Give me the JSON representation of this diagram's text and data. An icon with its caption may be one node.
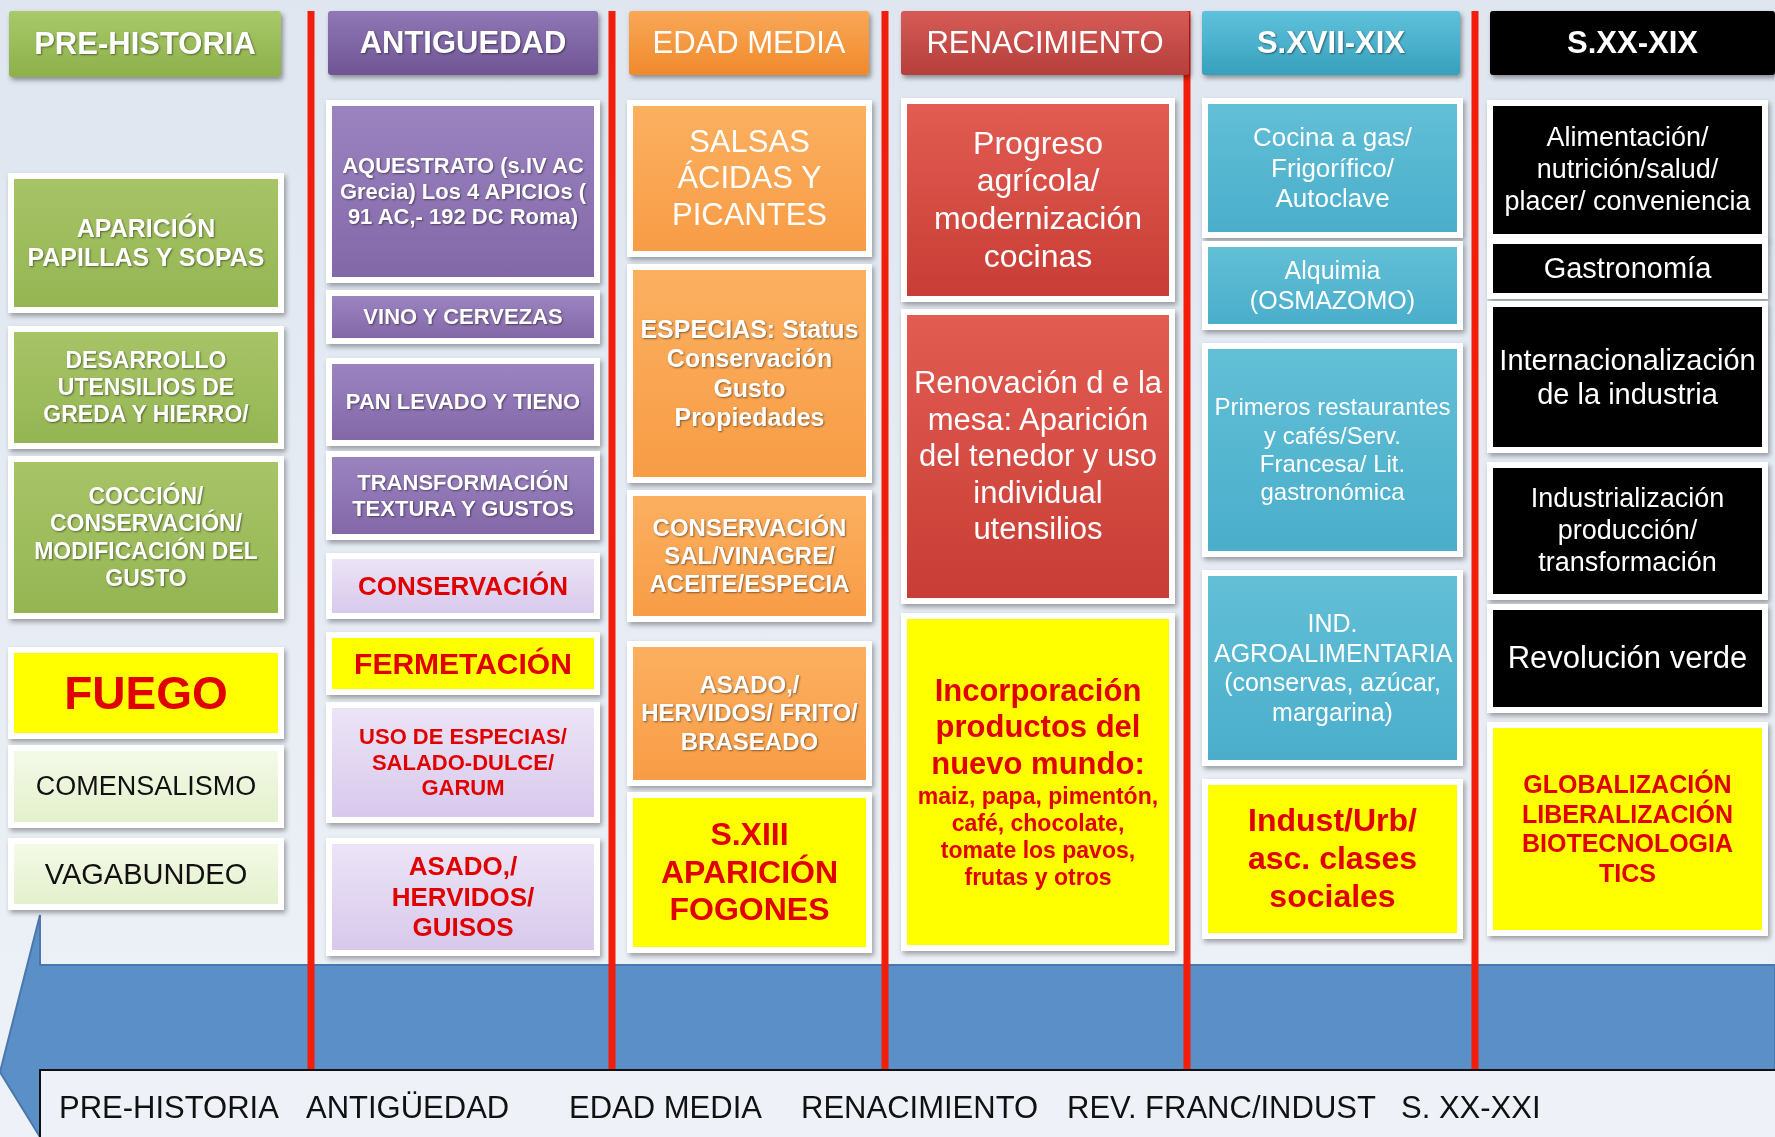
{
  "diagram": {
    "nodes": [
      {
        "text": [
          "PRE-HISTORIA"
        ]
      },
      {
        "text": [
          "APARICIÓN PAPILLAS Y SOPAS"
        ]
      },
      {
        "text": [
          "DESARROLLO UTENSILIOS DE GREDA Y HIERRO/"
        ]
      },
      {
        "text": [
          "COCCIÓN/ CONSERVACIÓN/ MODIFICACIÓN DEL GUSTO"
        ]
      },
      {
        "text": [
          "FUEGO"
        ]
      },
      {
        "text": [
          "COMENSALISMO"
        ]
      },
      {
        "text": [
          "VAGABUNDEO"
        ]
      },
      {
        "text": [
          "ANTIGUEDAD"
        ]
      },
      {
        "text": [
          "AQUESTRATO (s.IV AC Grecia) Los 4 APICIOs ( 91 AC,- 192 DC Roma)"
        ]
      },
      {
        "text": [
          "VINO Y CERVEZAS"
        ]
      },
      {
        "text": [
          "PAN LEVADO Y TIENO"
        ]
      },
      {
        "text": [
          "TRANSFORMACIÓN TEXTURA Y GUSTOS"
        ]
      },
      {
        "text": [
          "CONSERVACIÓN"
        ]
      },
      {
        "text": [
          "FERMETACIÓN"
        ]
      },
      {
        "text": [
          "USO DE ESPECIAS/ SALADO-DULCE/ GARUM"
        ]
      },
      {
        "text": [
          "ASADO,/ HERVIDOS/ GUISOS"
        ]
      },
      {
        "text": [
          "EDAD MEDIA"
        ]
      },
      {
        "text": [
          "SALSAS ÁCIDAS Y PICANTES"
        ]
      },
      {
        "text": [
          "ESPECIAS: Status Conservación Gusto Propiedades"
        ]
      },
      {
        "text": [
          "CONSERVACIÓN SAL/VINAGRE/ ACEITE/ESPECIA"
        ]
      },
      {
        "text": [
          "ASADO,/ HERVIDOS/ FRITO/ BRASEADO"
        ]
      },
      {
        "text": [
          "S.XIII APARICIÓN FOGONES"
        ]
      },
      {
        "text": [
          "RENACIMIENTO"
        ]
      },
      {
        "text": [
          "Progreso agrícola/ modernización cocinas"
        ]
      },
      {
        "text": [
          "Renovación d e la mesa: Aparición del tenedor y uso individual utensilios"
        ]
      },
      {
        "text": [
          "Incorporación productos del nuevo mundo:",
          "maiz, papa, pimentón, café, chocolate, tomate los pavos, frutas y otros"
        ]
      },
      {
        "text": [
          "S.XVII-XIX"
        ]
      },
      {
        "text": [
          "Cocina a gas/ Frigorífico/ Autoclave"
        ]
      },
      {
        "text": [
          "Alquimia (OSMAZOMO)"
        ]
      },
      {
        "text": [
          "Primeros restaurantes y cafés/Serv. Francesa/ Lit. gastronómica"
        ]
      },
      {
        "text": [
          "IND. AGROALIMENTARIA (conservas, azúcar, margarina)"
        ]
      },
      {
        "text": [
          "Indust/Urb/ asc. clases sociales"
        ]
      },
      {
        "text": [
          "S.XX-XIX"
        ]
      },
      {
        "text": [
          "Alimentación/ nutrición/salud/ placer/ conveniencia"
        ]
      },
      {
        "text": [
          "Gastronomía"
        ]
      },
      {
        "text": [
          "Internacionalización de la industria"
        ]
      },
      {
        "text": [
          "Industrialización producción/ transformación"
        ]
      },
      {
        "text": [
          "Revolución verde"
        ]
      },
      {
        "text": [
          "GLOBALIZACIÓN LIBERALIZACIÓN BIOTECNOLOGIA TICS"
        ]
      }
    ],
    "labels": [
      "PRE-HISTORIA",
      "ANTIGÜEDAD",
      "EDAD MEDIA",
      "RENACIMIENTO",
      "REV. FRANC/INDUST",
      "S. XX-XXI"
    ]
  }
}
